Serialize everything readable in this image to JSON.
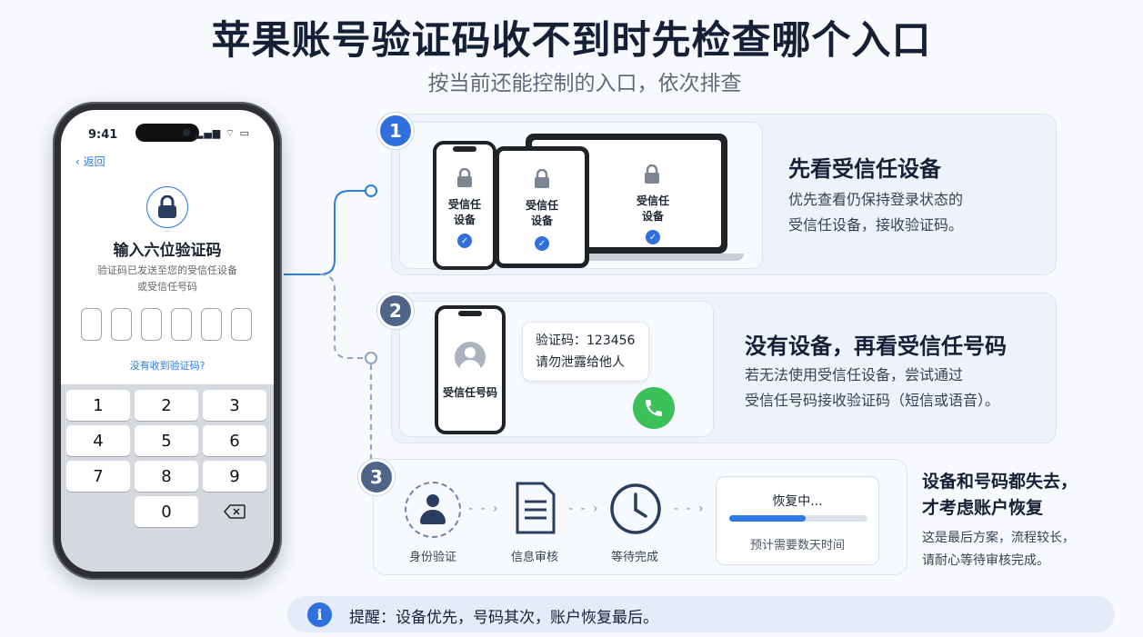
{
  "header": {
    "title": "苹果账号验证码收不到时先检查哪个入口",
    "subtitle": "按当前还能控制的入口，依次排查"
  },
  "phone": {
    "time": "9:41",
    "status_icons": "▂▄▆ ⌔ ▭",
    "back_label": "返回",
    "otp_title": "输入六位验证码",
    "otp_desc_line1": "验证码已发送至您的受信任设备",
    "otp_desc_line2": "或受信任号码",
    "resend_label": "没有收到验证码?",
    "keys": [
      "1",
      "2",
      "3",
      "4",
      "5",
      "6",
      "7",
      "8",
      "9",
      "",
      "0",
      "⌫"
    ]
  },
  "steps": [
    {
      "number": "1",
      "title": "先看受信任设备",
      "text_line1": "优先查看仍保持登录状态的",
      "text_line2": "受信任设备，接收验证码。",
      "device_label_line1": "受信任",
      "device_label_line2": "设备"
    },
    {
      "number": "2",
      "title": "没有设备，再看受信任号码",
      "text_line1": "若无法使用受信任设备，尝试通过",
      "text_line2": "受信任号码接收验证码（短信或语音）。",
      "phone_label": "受信任号码",
      "sms_line1": "验证码：123456",
      "sms_line2": "请勿泄露给他人"
    },
    {
      "number": "3",
      "title_line1": "设备和号码都失去，",
      "title_line2": "才考虑账户恢复",
      "text_line1": "这是最后方案，流程较长，",
      "text_line2": "请耐心等待审核完成。",
      "flow": [
        "身份验证",
        "信息审核",
        "等待完成"
      ],
      "progress_title": "恢复中...",
      "progress_caption": "预计需要数天时间",
      "progress_fraction": 0.55
    }
  ],
  "tip": {
    "icon": "i",
    "text": "提醒：设备优先，号码其次，账户恢复最后。"
  },
  "colors": {
    "accent": "#2f6fde",
    "call_green": "#3cc05a",
    "card_bg": "#eef3fb"
  }
}
